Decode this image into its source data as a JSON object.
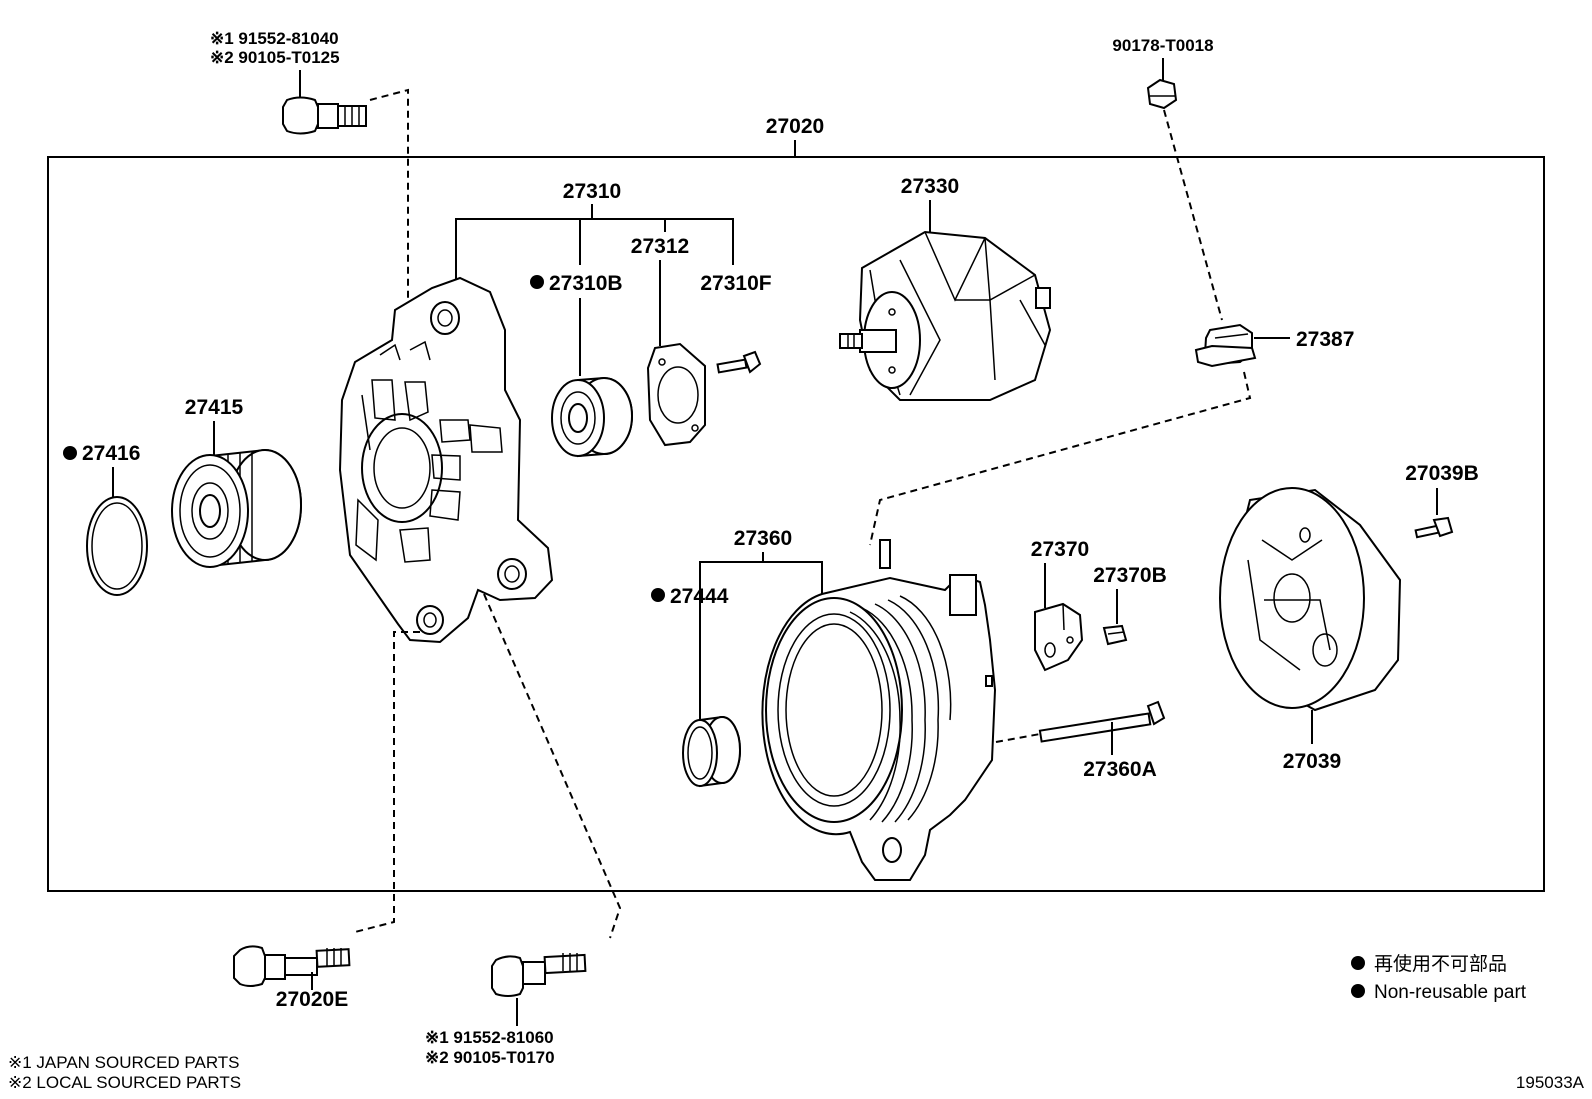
{
  "assembly_label": "27020",
  "parts": {
    "bolt_top_left": {
      "note1": "※1  91552-81040",
      "note2": "※2  90105-T0125"
    },
    "nut_top_right": "90178-T0018",
    "drive_end_frame_set": "27310",
    "bearing": "27310B",
    "bearing_retainer": "27312",
    "retainer_screw": "27310F",
    "rotor": "27330",
    "terminal_insulator": "27387",
    "pulley": "27415",
    "pulley_gasket": "27416",
    "rectifier_end_frame": "27360",
    "end_frame_ring": "27444",
    "brush_holder": "27370",
    "brush_holder_screw": "27370B",
    "through_bolt": "27360A",
    "rear_cover": "27039",
    "rear_cover_bolt": "27039B",
    "bolt_bottom_left": "27020E",
    "bolt_bottom_mid": {
      "note1": "※1  91552-81060",
      "note2": "※2  90105-T0170"
    }
  },
  "footnotes": [
    "※1 JAPAN SOURCED PARTS",
    "※2 LOCAL SOURCED PARTS"
  ],
  "legend": {
    "japanese": "再使用不可部品",
    "english": "Non-reusable part"
  },
  "diagram_id": "195033A"
}
